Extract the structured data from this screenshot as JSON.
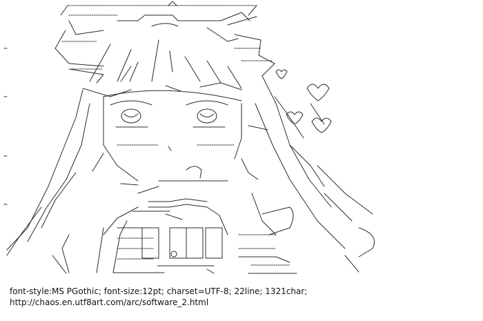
{
  "artwork": {
    "subject": "ascii-art-character-illustration"
  },
  "footer": {
    "meta_line": "font-style:MS PGothic; font-size:12pt; charset=UTF-8; 22line; 1321char;",
    "source_url": "http://chaos.en.utf8art.com/arc/software_2.html"
  }
}
